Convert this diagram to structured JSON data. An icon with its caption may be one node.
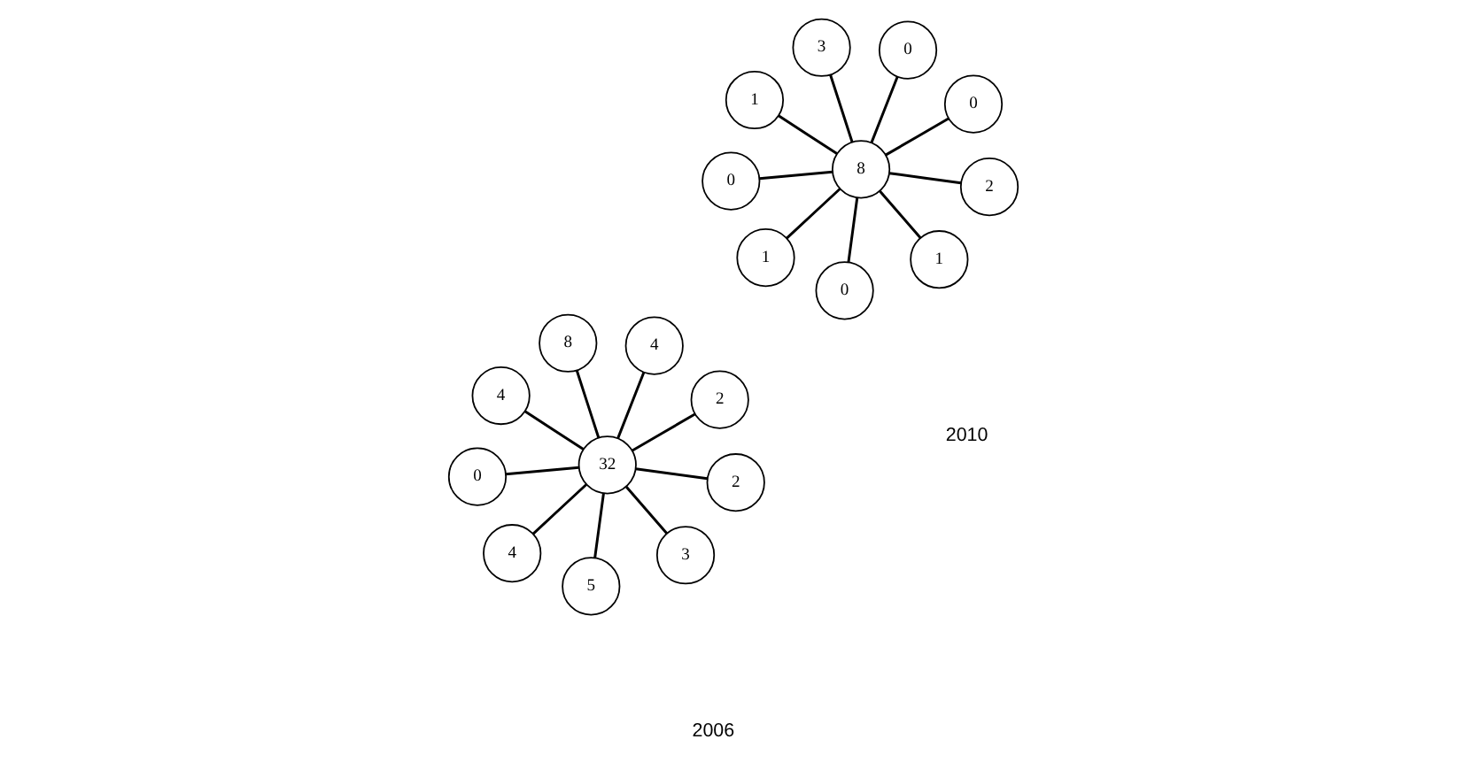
{
  "diagram": {
    "nodes": [
      {
        "text": [
          "32"
        ]
      },
      {
        "text": [
          "2"
        ]
      },
      {
        "text": [
          "5"
        ]
      },
      {
        "text": [
          "8"
        ]
      },
      {
        "text": [
          "4"
        ]
      },
      {
        "text": [
          "4"
        ]
      },
      {
        "text": [
          "0"
        ]
      },
      {
        "text": [
          "2"
        ]
      },
      {
        "text": [
          "4"
        ]
      },
      {
        "text": [
          "3"
        ]
      },
      {
        "text": [
          "8"
        ]
      },
      {
        "text": [
          "0"
        ]
      },
      {
        "text": [
          "0"
        ]
      },
      {
        "text": [
          "3"
        ]
      },
      {
        "text": [
          "0"
        ]
      },
      {
        "text": [
          "1"
        ]
      },
      {
        "text": [
          "0"
        ]
      },
      {
        "text": [
          "2"
        ]
      },
      {
        "text": [
          "1"
        ]
      },
      {
        "text": [
          "1"
        ]
      }
    ],
    "edges": [
      {
        "from": 0,
        "to": 1,
        "arrow": "none"
      },
      {
        "from": 0,
        "to": 2,
        "arrow": "none"
      },
      {
        "from": 0,
        "to": 3,
        "arrow": "none"
      },
      {
        "from": 0,
        "to": 4,
        "arrow": "none"
      },
      {
        "from": 0,
        "to": 5,
        "arrow": "none"
      },
      {
        "from": 0,
        "to": 6,
        "arrow": "none"
      },
      {
        "from": 0,
        "to": 7,
        "arrow": "none"
      },
      {
        "from": 0,
        "to": 8,
        "arrow": "none"
      },
      {
        "from": 0,
        "to": 9,
        "arrow": "none"
      },
      {
        "from": 10,
        "to": 11,
        "arrow": "none"
      },
      {
        "from": 10,
        "to": 12,
        "arrow": "none"
      },
      {
        "from": 10,
        "to": 13,
        "arrow": "none"
      },
      {
        "from": 10,
        "to": 14,
        "arrow": "none"
      },
      {
        "from": 10,
        "to": 15,
        "arrow": "none"
      },
      {
        "from": 10,
        "to": 16,
        "arrow": "none"
      },
      {
        "from": 10,
        "to": 17,
        "arrow": "none"
      },
      {
        "from": 10,
        "to": 18,
        "arrow": "none"
      },
      {
        "from": 10,
        "to": 19,
        "arrow": "none"
      }
    ],
    "labels": [
      "2006",
      "2010"
    ]
  }
}
